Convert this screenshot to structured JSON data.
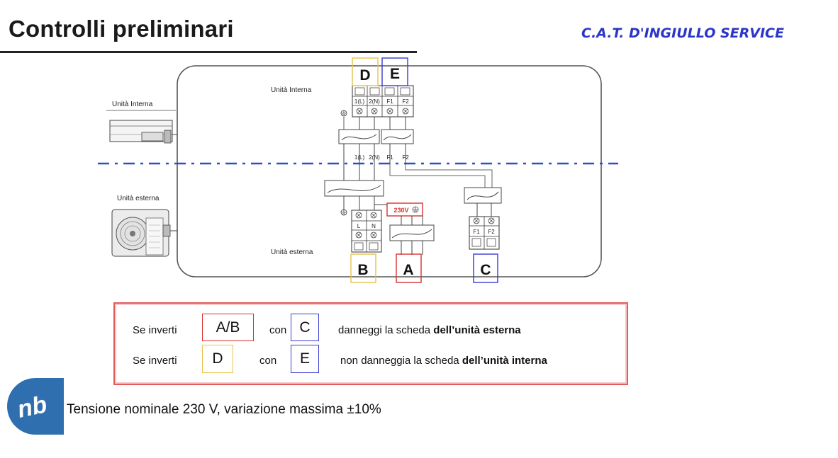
{
  "header": {
    "title": "Controlli preliminari",
    "brand": "C.A.T. D'INGIULLO SERVICE"
  },
  "diagram": {
    "side_labels": {
      "indoor": "Unità Interna",
      "outdoor": "Unità esterna"
    },
    "panel_labels": {
      "indoor": "Unità Interna",
      "outdoor": "Unità esterna"
    },
    "indoor_terminals": [
      "1(L)",
      "2(N)",
      "F1",
      "F2"
    ],
    "cable_labels": [
      "1(L)",
      "2(N)",
      "F1",
      "F2"
    ],
    "outdoor_power_terminals": [
      "L",
      "N"
    ],
    "outdoor_comm_terminals": [
      "F1",
      "F2"
    ],
    "voltage_label": "230V",
    "tags": {
      "D": "D",
      "E": "E",
      "A": "A",
      "B": "B",
      "C": "C"
    },
    "colors": {
      "tag_yellow": "#e8c24a",
      "tag_blue": "#3a3ad0",
      "tag_red": "#d93030",
      "divider": "#2d4fc4"
    }
  },
  "notes": {
    "row1": {
      "prefix": "Se inverti",
      "tag1": "A/B",
      "con": "con",
      "tag2": "C",
      "text": "danneggi la scheda",
      "bold": "dell’unità esterna"
    },
    "row2": {
      "prefix": "Se inverti",
      "tag1": "D",
      "con": "con",
      "tag2": "E",
      "text": "non danneggia la scheda",
      "bold": "dell’unità interna"
    }
  },
  "footer": {
    "logo_text": "nb",
    "text": "Tensione nominale 230 V, variazione massima ±10%"
  }
}
